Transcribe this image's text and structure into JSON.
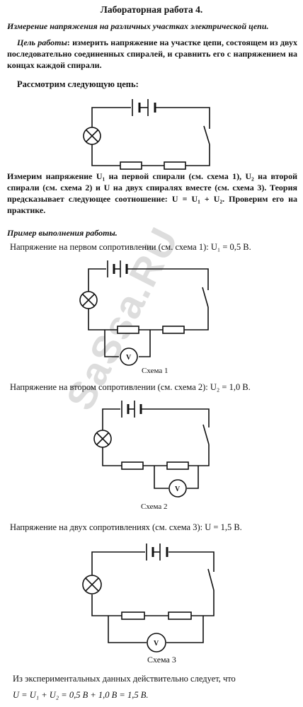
{
  "title": "Лабораторная работа 4.",
  "subtitle": "Измерение напряжения на различных участках электрической цепи.",
  "goal": {
    "label": "Цель работы",
    "text": ": измерить напряжение на участке цепи, состоящем из двух последовательно соединенных спиралей, и сравнить его с напряжением на концах каждой спирали."
  },
  "consider": "Рассмотрим следующую цепь:",
  "measure_text": "Измерим напряжение U₁ на первой спирали (см. схема 1), U₂ на второй спирали (см. схема 2) и U на двух спиралях вместе (см. схема 3). Теория предсказывает следующее соотношение: U = U₁ + U₂. Проверим его на практике.",
  "example_title": "Пример выполнения работы.",
  "step1": "Напряжение на первом сопротивлении (см. схема 1): U₁ = 0,5 В.",
  "step2": "Напряжение на втором сопротивлении (см. схема 2): U₂ = 1,0 В.",
  "step3": "Напряжение на двух сопротивлениях (см. схема 3): U = 1,5 В.",
  "captions": {
    "scheme1": "Схема 1",
    "scheme2": "Схема 2",
    "scheme3": "Схема 3"
  },
  "voltmeter_label": "V",
  "conclusion": "Из экспериментальных данных действительно следует, что",
  "formula": "U = U₁ + U₂ = 0,5 В + 1,0 В = 1,5 В.",
  "watermark": "SaSsa.RU"
}
